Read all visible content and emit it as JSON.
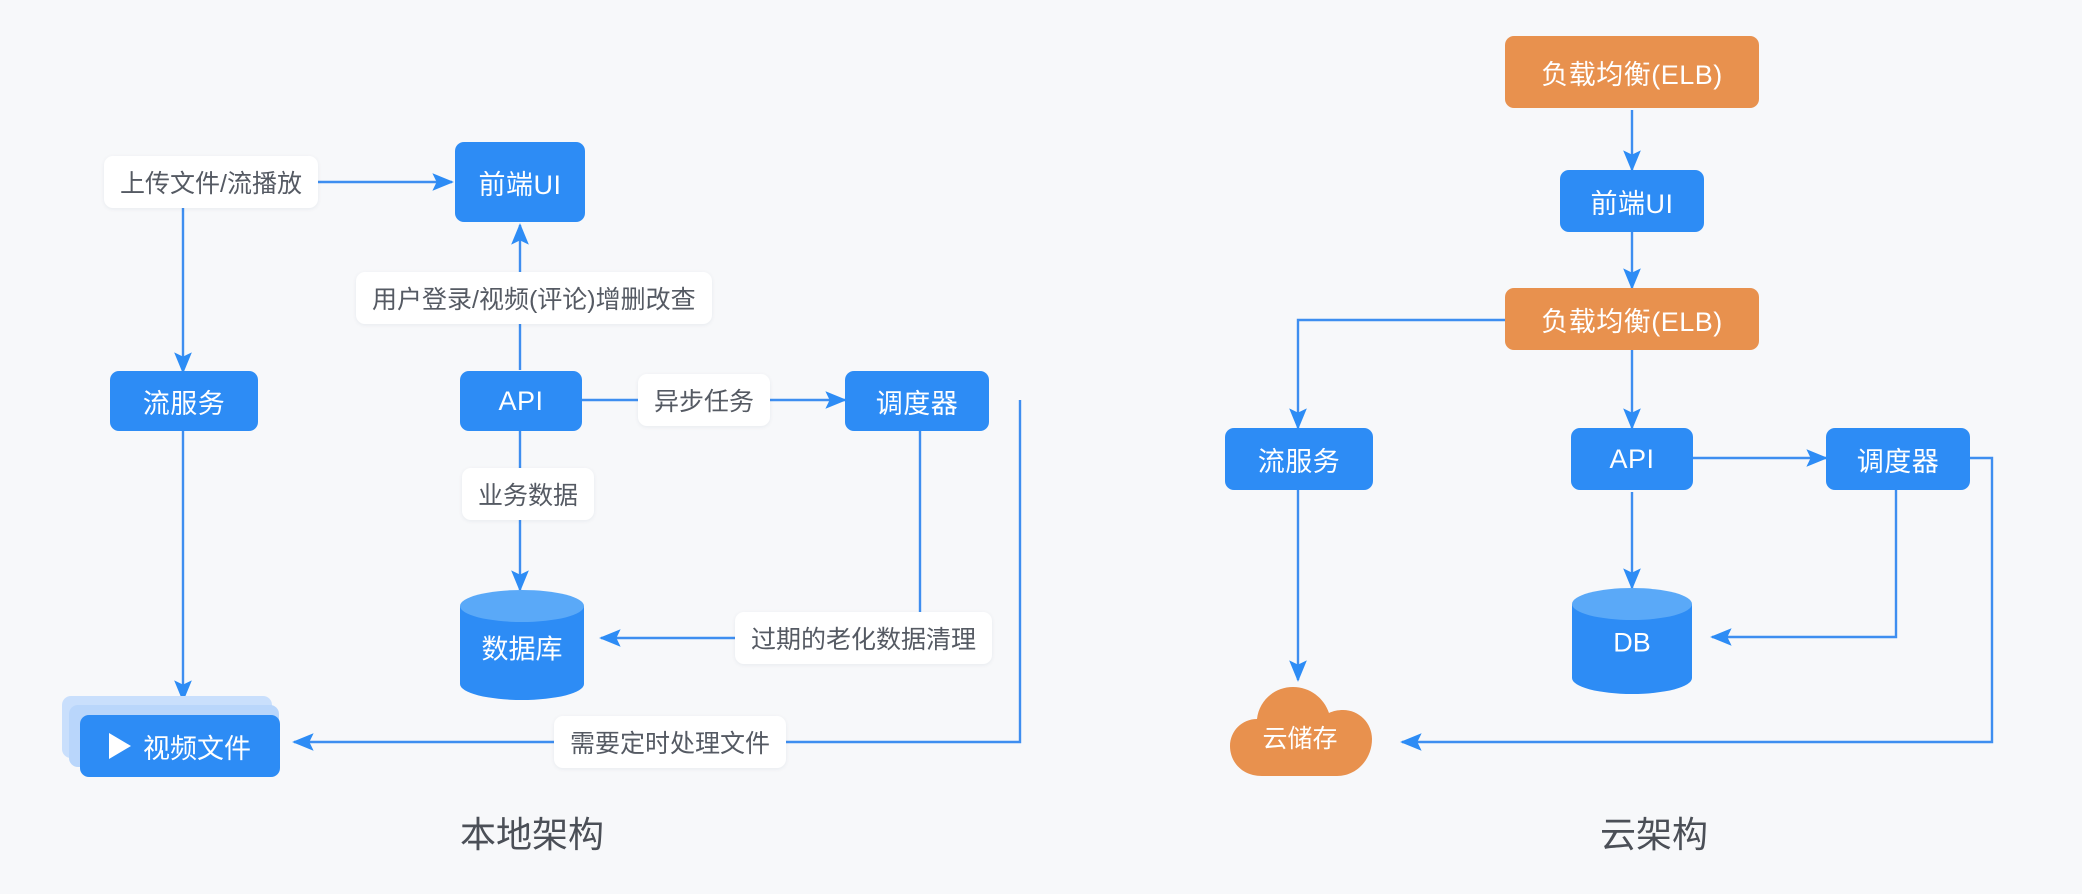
{
  "diagram": {
    "title_left": "本地架构",
    "title_right": "云架构",
    "colors": {
      "background": "#f7f8fa",
      "node_blue": "#2d8cf5",
      "node_orange": "#e8914e",
      "edge_blue": "#3e8ef0",
      "label_bg": "#ffffff",
      "label_text": "#555a63",
      "caption_text": "#4b4f57",
      "cylinder_top": "#5aa9f8",
      "card_stack": "#c9dffc"
    }
  },
  "local": {
    "nodes": {
      "frontend_ui": "前端UI",
      "stream_service": "流服务",
      "api": "API",
      "scheduler": "调度器",
      "database": "数据库",
      "video_file": "视频文件"
    },
    "edge_labels": {
      "upload_stream": "上传文件/流播放",
      "login_crud": "用户登录/视频(评论)增删改查",
      "async_task": "异步任务",
      "business_data": "业务数据",
      "aging_cleanup": "过期的老化数据清理",
      "scheduled_file": "需要定时处理文件"
    },
    "icons": {
      "play": "play-icon"
    }
  },
  "cloud": {
    "nodes": {
      "elb_top": "负载均衡(ELB)",
      "frontend_ui": "前端UI",
      "elb_mid": "负载均衡(ELB)",
      "stream_service": "流服务",
      "api": "API",
      "scheduler": "调度器",
      "db": "DB",
      "cloud_storage": "云储存"
    }
  }
}
